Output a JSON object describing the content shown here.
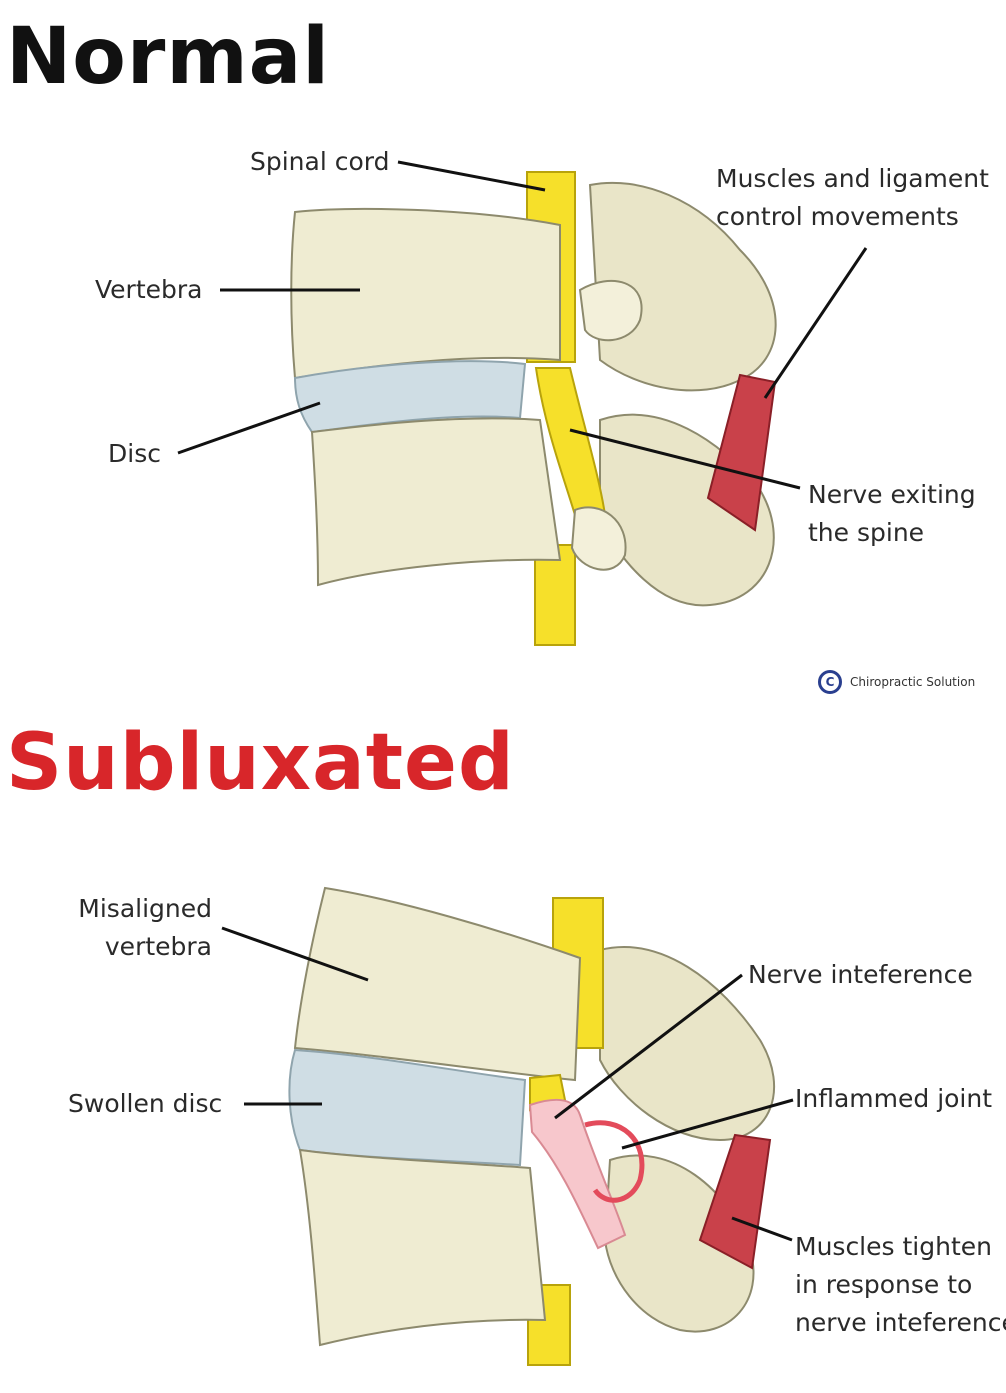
{
  "colors": {
    "normal_heading": "#111111",
    "subluxated_heading": "#d8262a",
    "bone": "#efecd2",
    "disc": "#cfdde4",
    "nerve": "#f6e02a",
    "inflamed_nerve": "#f7c7cc",
    "muscle": "#c9414a",
    "leader_line": "#111111"
  },
  "normal": {
    "title": "Normal",
    "labels": {
      "spinal_cord": "Spinal cord",
      "vertebra": "Vertebra",
      "disc": "Disc",
      "muscles_line1": "Muscles and ligament",
      "muscles_line2": "control movements",
      "nerve_line1": "Nerve exiting",
      "nerve_line2": "the spine"
    },
    "copyright": "Chiropractic Solution"
  },
  "subluxated": {
    "title": "Subluxated",
    "labels": {
      "misaligned_line1": "Misaligned",
      "misaligned_line2": "vertebra",
      "swollen_disc": "Swollen disc",
      "nerve_interference": "Nerve inteference",
      "inflamed_joint": "Inflammed joint",
      "muscles_line1": "Muscles tighten",
      "muscles_line2": "in response to",
      "muscles_line3": "nerve inteference"
    }
  }
}
